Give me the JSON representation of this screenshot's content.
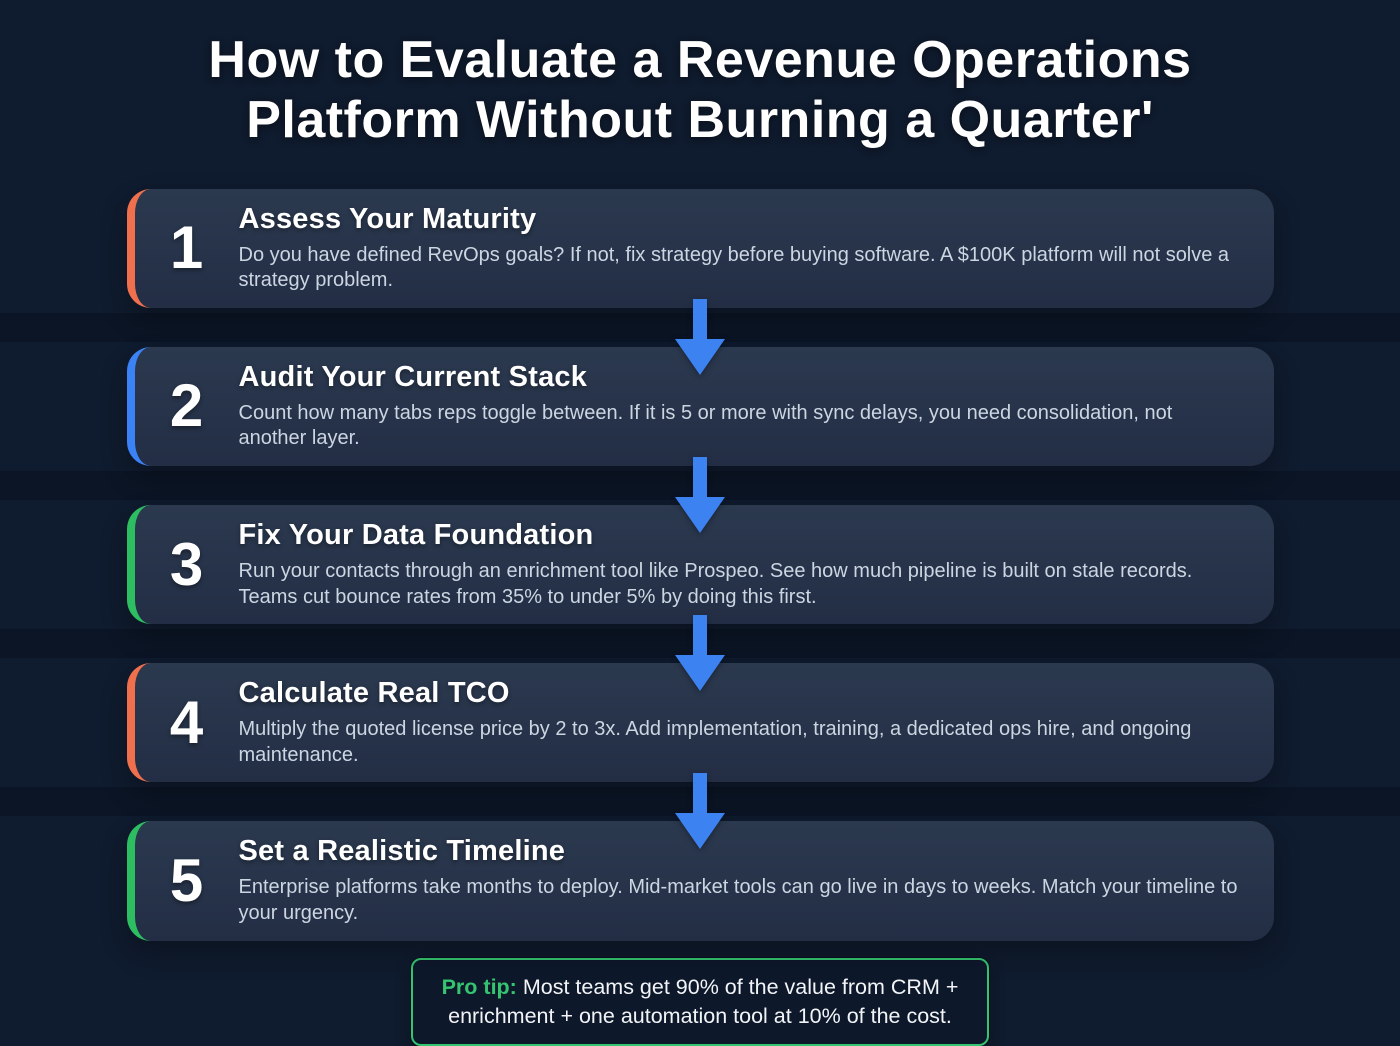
{
  "title": {
    "line1": "How to Evaluate a Revenue Operations",
    "line2": "Platform Without Burning a Quarter'"
  },
  "steps": [
    {
      "number": "1",
      "accent": "#f0704e",
      "heading": "Assess Your Maturity",
      "body": "Do you have defined RevOps goals? If not, fix strategy before buying software. A $100K platform will not solve a strategy problem."
    },
    {
      "number": "2",
      "accent": "#3b82f6",
      "heading": "Audit Your Current Stack",
      "body": "Count how many tabs reps toggle between. If it is 5 or more with sync delays, you need consolidation, not another layer."
    },
    {
      "number": "3",
      "accent": "#2dbe62",
      "heading": "Fix Your Data Foundation",
      "body": "Run your contacts through an enrichment tool like Prospeo. See how much pipeline is built on stale records. Teams cut bounce rates from 35% to under 5% by doing this first."
    },
    {
      "number": "4",
      "accent": "#f0704e",
      "heading": "Calculate Real TCO",
      "body": "Multiply the quoted license price by 2 to 3x. Add implementation, training, a dedicated ops hire, and ongoing maintenance."
    },
    {
      "number": "5",
      "accent": "#2dbe62",
      "heading": "Set a Realistic Timeline",
      "body": "Enterprise platforms take months to deploy. Mid-market tools can go live in days to weeks. Match your timeline to your urgency."
    }
  ],
  "pro_tip": {
    "label": "Pro tip:",
    "text": "Most teams get 90% of the value from CRM + enrichment + one automation tool at 10% of the cost."
  },
  "colors": {
    "background": "#0f1b2e",
    "card_top": "#2b394f",
    "card_bottom": "#232e45",
    "arrow": "#3c82f1",
    "tip_green": "#35c46f"
  }
}
